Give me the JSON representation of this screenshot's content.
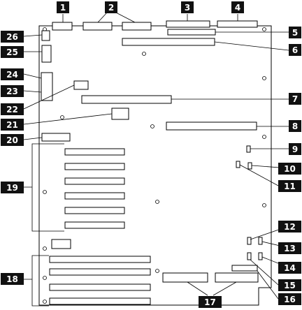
{
  "callouts": [
    "1",
    "2",
    "3",
    "4",
    "5",
    "6",
    "7",
    "8",
    "9",
    "10",
    "11",
    "12",
    "13",
    "14",
    "15",
    "16",
    "17",
    "18",
    "19",
    "20",
    "21",
    "22",
    "23",
    "24",
    "25",
    "26"
  ],
  "colors": {
    "label_bg": "#111111",
    "label_text": "#ffffff",
    "line": "#000000",
    "background": "#ffffff"
  }
}
